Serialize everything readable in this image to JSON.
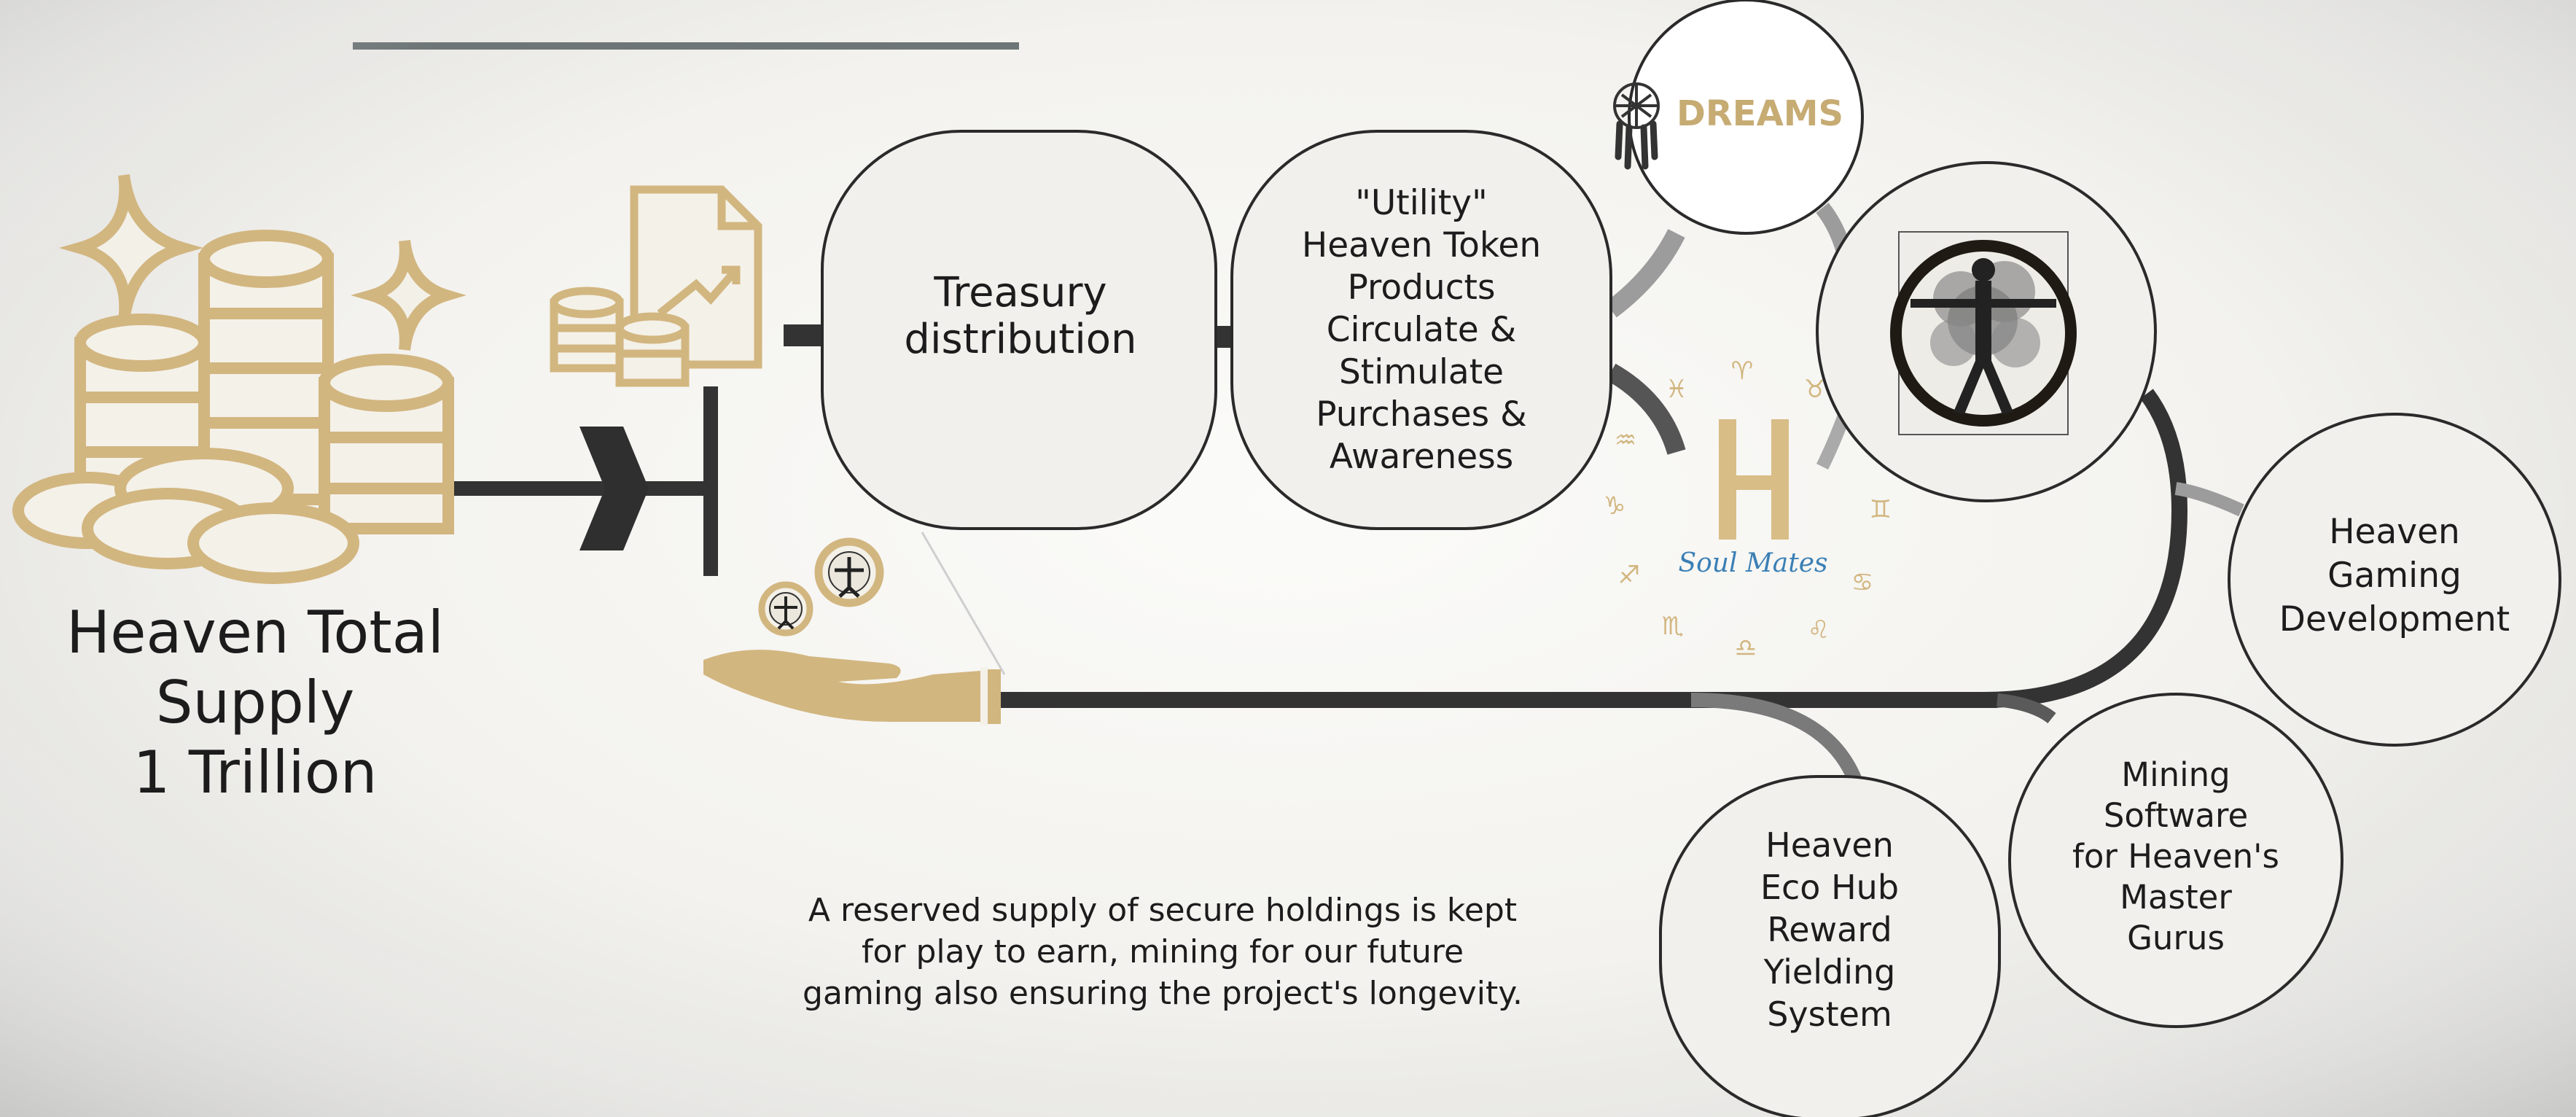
{
  "colors": {
    "gold": "#d2b680",
    "dark_line": "#333333",
    "light_line": "#8c8c8c",
    "node_fill": "#f1f0ec",
    "node_border": "#2a2a2a",
    "soul_mates_blue": "#3a7fb5"
  },
  "supply": {
    "title": "Heaven Total\nSupply\n1 Trillion"
  },
  "nodes": {
    "treasury": "Treasury\ndistribution",
    "utility": "\"Utility\"\nHeaven Token\nProducts\nCirculate &\nStimulate\nPurchases &\nAwareness",
    "gaming": "Heaven\nGaming\nDevelopment",
    "mining": "Mining\nSoftware\nfor Heaven's\nMaster\nGurus",
    "ecohub": "Heaven\nEco Hub\nReward\nYielding\nSystem"
  },
  "logos": {
    "dreams": "DREAMS",
    "soul_mates": "Soul Mates",
    "h_letter": "H"
  },
  "reserve_caption": "A reserved supply of secure holdings is kept\nfor play to earn, mining for our future\ngaming  also ensuring the project's longevity.",
  "icons": [
    "coins-icon",
    "sparkle-icon",
    "document-chart-icon",
    "hand-icon",
    "vitruvian-coin-icon",
    "dreamcatcher-icon",
    "zodiac-ring-icon",
    "vitruvian-tree-icon",
    "arrow-chevron-icon"
  ]
}
